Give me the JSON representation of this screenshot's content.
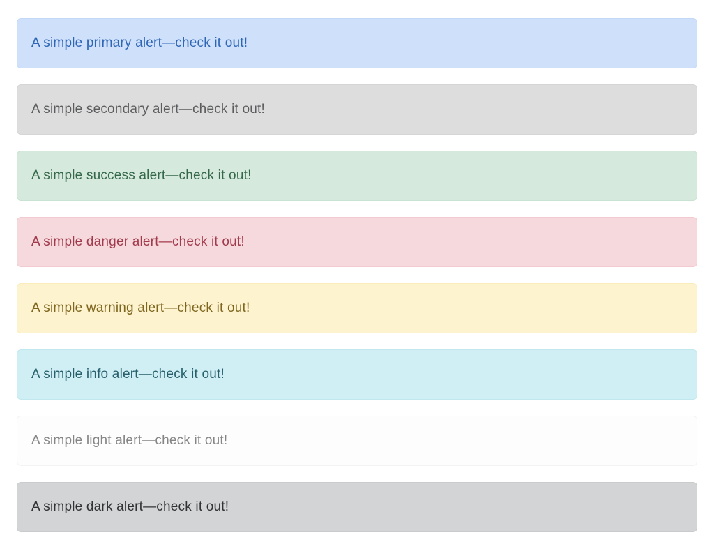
{
  "page": {
    "background": "#ffffff",
    "kind": "bootstrap-alerts-demo"
  },
  "alerts": [
    {
      "variant": "primary",
      "text": "A simple primary alert—check it out!",
      "bg": "#cfe0fa",
      "border": "#c3d7f7",
      "color": "#2e66b5"
    },
    {
      "variant": "secondary",
      "text": "A simple secondary alert—check it out!",
      "bg": "#dddddd",
      "border": "#d5d5d6",
      "color": "#5b5c5e"
    },
    {
      "variant": "success",
      "text": "A simple success alert—check it out!",
      "bg": "#d6e9dd",
      "border": "#c9e2d3",
      "color": "#35684a"
    },
    {
      "variant": "danger",
      "text": "A simple danger alert—check it out!",
      "bg": "#f6d9dc",
      "border": "#f2cbd0",
      "color": "#a13a4d"
    },
    {
      "variant": "warning",
      "text": "A simple warning alert—check it out!",
      "bg": "#fdf3cf",
      "border": "#faecbb",
      "color": "#7f661f"
    },
    {
      "variant": "info",
      "text": "A simple info alert—check it out!",
      "bg": "#cfeff5",
      "border": "#c1e8ef",
      "color": "#27606c"
    },
    {
      "variant": "light",
      "text": "A simple light alert—check it out!",
      "bg": "#fdfdfd",
      "border": "#f3f3f4",
      "color": "#858586"
    },
    {
      "variant": "dark",
      "text": "A simple dark alert—check it out!",
      "bg": "#d3d4d5",
      "border": "#cacbcc",
      "color": "#303234"
    }
  ]
}
